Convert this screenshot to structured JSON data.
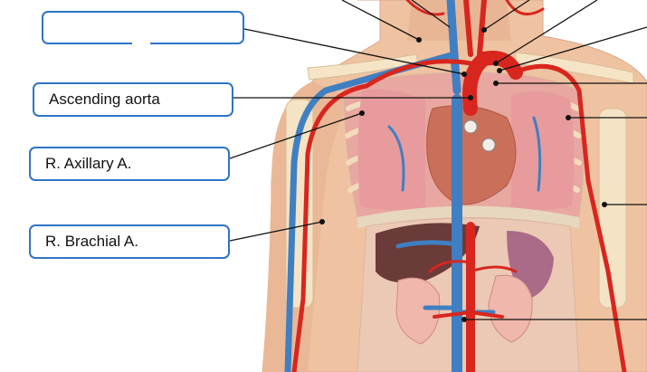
{
  "labels": {
    "blank": "",
    "ascending_aorta": "Ascending aorta",
    "axillary": "R. Axillary A.",
    "brachial": "R. Brachial A."
  },
  "colors": {
    "box_border": "#2e74c6",
    "artery": "#d8261e",
    "vein": "#3f7fc2",
    "skin": "#f0c4a2",
    "bone": "#f6e6c8"
  }
}
